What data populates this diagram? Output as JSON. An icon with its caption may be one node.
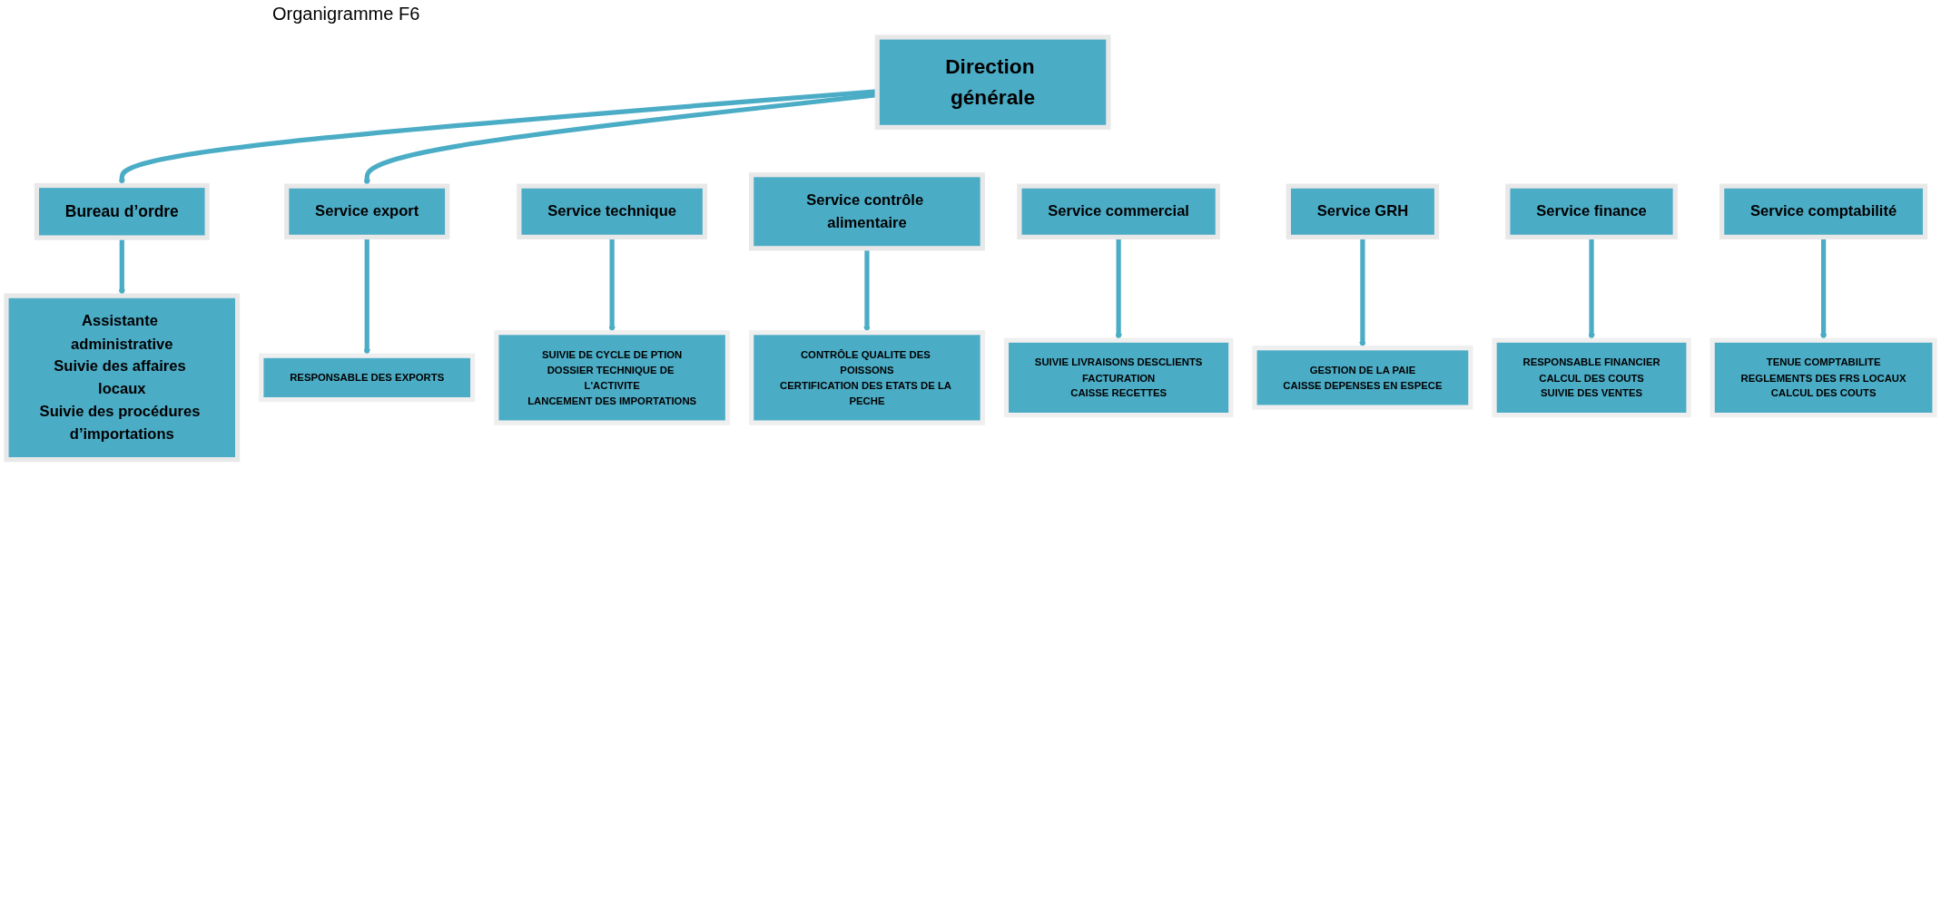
{
  "diagram": {
    "title": "Organigramme F6",
    "nodes": [
      {
        "text": [
          "Direction générale"
        ]
      },
      {
        "text": [
          "Bureau d’ordre"
        ]
      },
      {
        "text": [
          "Assistante administrative",
          "Suivie des affaires locaux",
          "Suivie des procédures d’importations"
        ]
      },
      {
        "text": [
          "Service technique"
        ]
      },
      {
        "text": [
          "Service contrôle alimentaire"
        ]
      },
      {
        "text": [
          "Service commercial"
        ]
      },
      {
        "text": [
          "Service export"
        ]
      },
      {
        "text": [
          "Service GRH"
        ]
      },
      {
        "text": [
          "Service finance"
        ]
      },
      {
        "text": [
          "Service comptabilité"
        ]
      },
      {
        "text": [
          "SUIVIE DE CYCLE DE PTION",
          "DOSSIER TECHNIQUE DE L'ACTIVITE",
          "LANCEMENT DES IMPORTATIONS"
        ]
      },
      {
        "text": [
          "CONTRÔLE QUALITE DES POISSONS",
          "CERTIFICATION DES ETATS DE LA PECHE"
        ]
      },
      {
        "text": [
          "SUIVIE LIVRAISONS DESCLIENTS",
          "FACTURATION",
          "CAISSE RECETTES"
        ]
      },
      {
        "text": [
          "RESPONSABLE DES EXPORTS"
        ]
      },
      {
        "text": [
          "GESTION DE LA PAIE",
          "CAISSE DEPENSES EN ESPECE"
        ]
      },
      {
        "text": [
          "RESPONSABLE FINANCIER",
          "CALCUL DES COUTS",
          "SUIVIE DES VENTES"
        ]
      },
      {
        "text": [
          "TENUE COMPTABILITE",
          "REGLEMENTS DES FRS LOCAUX",
          "CALCUL DES COUTS"
        ]
      }
    ],
    "edges": [
      {
        "from": 0,
        "to": 1,
        "arrow": "to"
      },
      {
        "from": 1,
        "to": 2,
        "arrow": "to"
      },
      {
        "from": 0,
        "to": 6,
        "arrow": "to"
      },
      {
        "from": 3,
        "to": 10,
        "arrow": "to"
      },
      {
        "from": 4,
        "to": 11,
        "arrow": "to"
      },
      {
        "from": 5,
        "to": 12,
        "arrow": "to"
      },
      {
        "from": 6,
        "to": 13,
        "arrow": "to"
      },
      {
        "from": 7,
        "to": 14,
        "arrow": "to"
      },
      {
        "from": 8,
        "to": 15,
        "arrow": "to"
      },
      {
        "from": 9,
        "to": 16,
        "arrow": "to"
      }
    ]
  }
}
